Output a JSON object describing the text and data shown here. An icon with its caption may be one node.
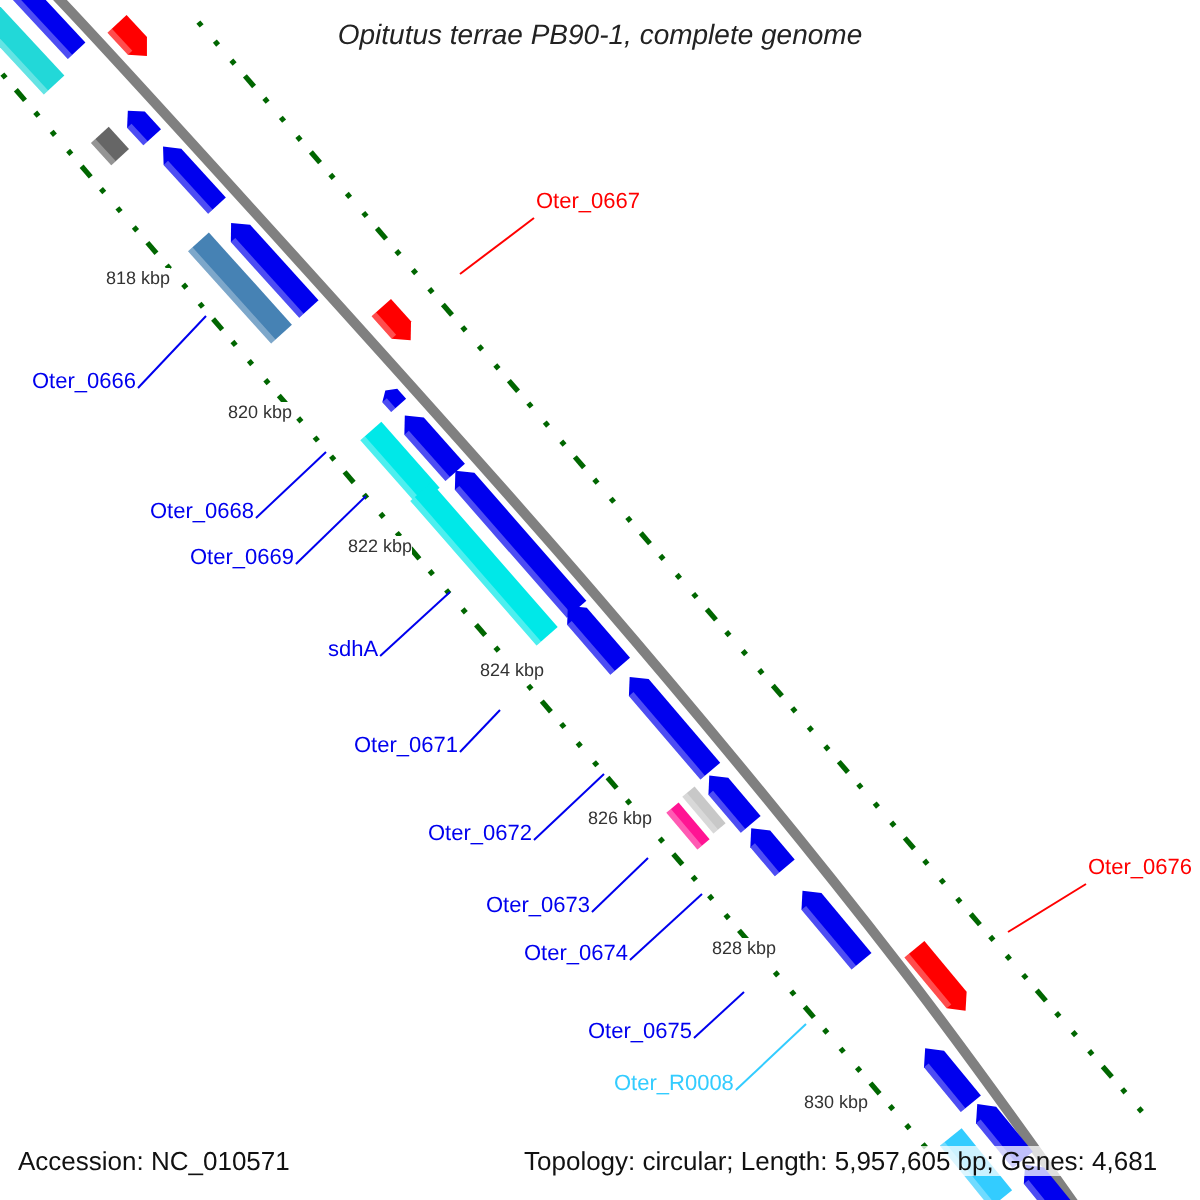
{
  "diagram": {
    "title": "Opitutus terrae PB90-1, complete genome",
    "nodes": [
      {
        "text": [
          "Oter_0667"
        ]
      },
      {
        "text": [
          "Oter_0666"
        ]
      },
      {
        "text": [
          "Oter_0668"
        ]
      },
      {
        "text": [
          "Oter_0669"
        ]
      },
      {
        "text": [
          "sdhA"
        ]
      },
      {
        "text": [
          "Oter_0671"
        ]
      },
      {
        "text": [
          "Oter_0672"
        ]
      },
      {
        "text": [
          "Oter_0676"
        ]
      },
      {
        "text": [
          "Oter_0673"
        ]
      },
      {
        "text": [
          "Oter_0674"
        ]
      },
      {
        "text": [
          "Oter_0675"
        ]
      },
      {
        "text": [
          "Oter_R0008"
        ]
      }
    ],
    "edges": [
      {
        "from": 0,
        "to": null,
        "arrow": "none",
        "color": "#ff0000"
      },
      {
        "from": 1,
        "to": null,
        "arrow": "none"
      },
      {
        "from": 2,
        "to": null,
        "arrow": "none"
      },
      {
        "from": 3,
        "to": null,
        "arrow": "none"
      },
      {
        "from": 4,
        "to": null,
        "arrow": "none"
      },
      {
        "from": 5,
        "to": null,
        "arrow": "none"
      },
      {
        "from": 6,
        "to": null,
        "arrow": "none"
      },
      {
        "from": 7,
        "to": null,
        "arrow": "none",
        "color": "#ff0000"
      },
      {
        "from": 8,
        "to": null,
        "arrow": "none"
      },
      {
        "from": 9,
        "to": null,
        "arrow": "none"
      },
      {
        "from": 10,
        "to": null,
        "arrow": "none"
      },
      {
        "from": 11,
        "to": null,
        "arrow": "none",
        "color": "#33ccff"
      }
    ],
    "labels": [
      "818 kbp",
      "820 kbp",
      "822 kbp",
      "824 kbp",
      "826 kbp",
      "828 kbp",
      "830 kbp",
      "Accession: NC_010571",
      "Topology: circular; Length: 5,957,605 bp; Genes: 4,681"
    ]
  }
}
